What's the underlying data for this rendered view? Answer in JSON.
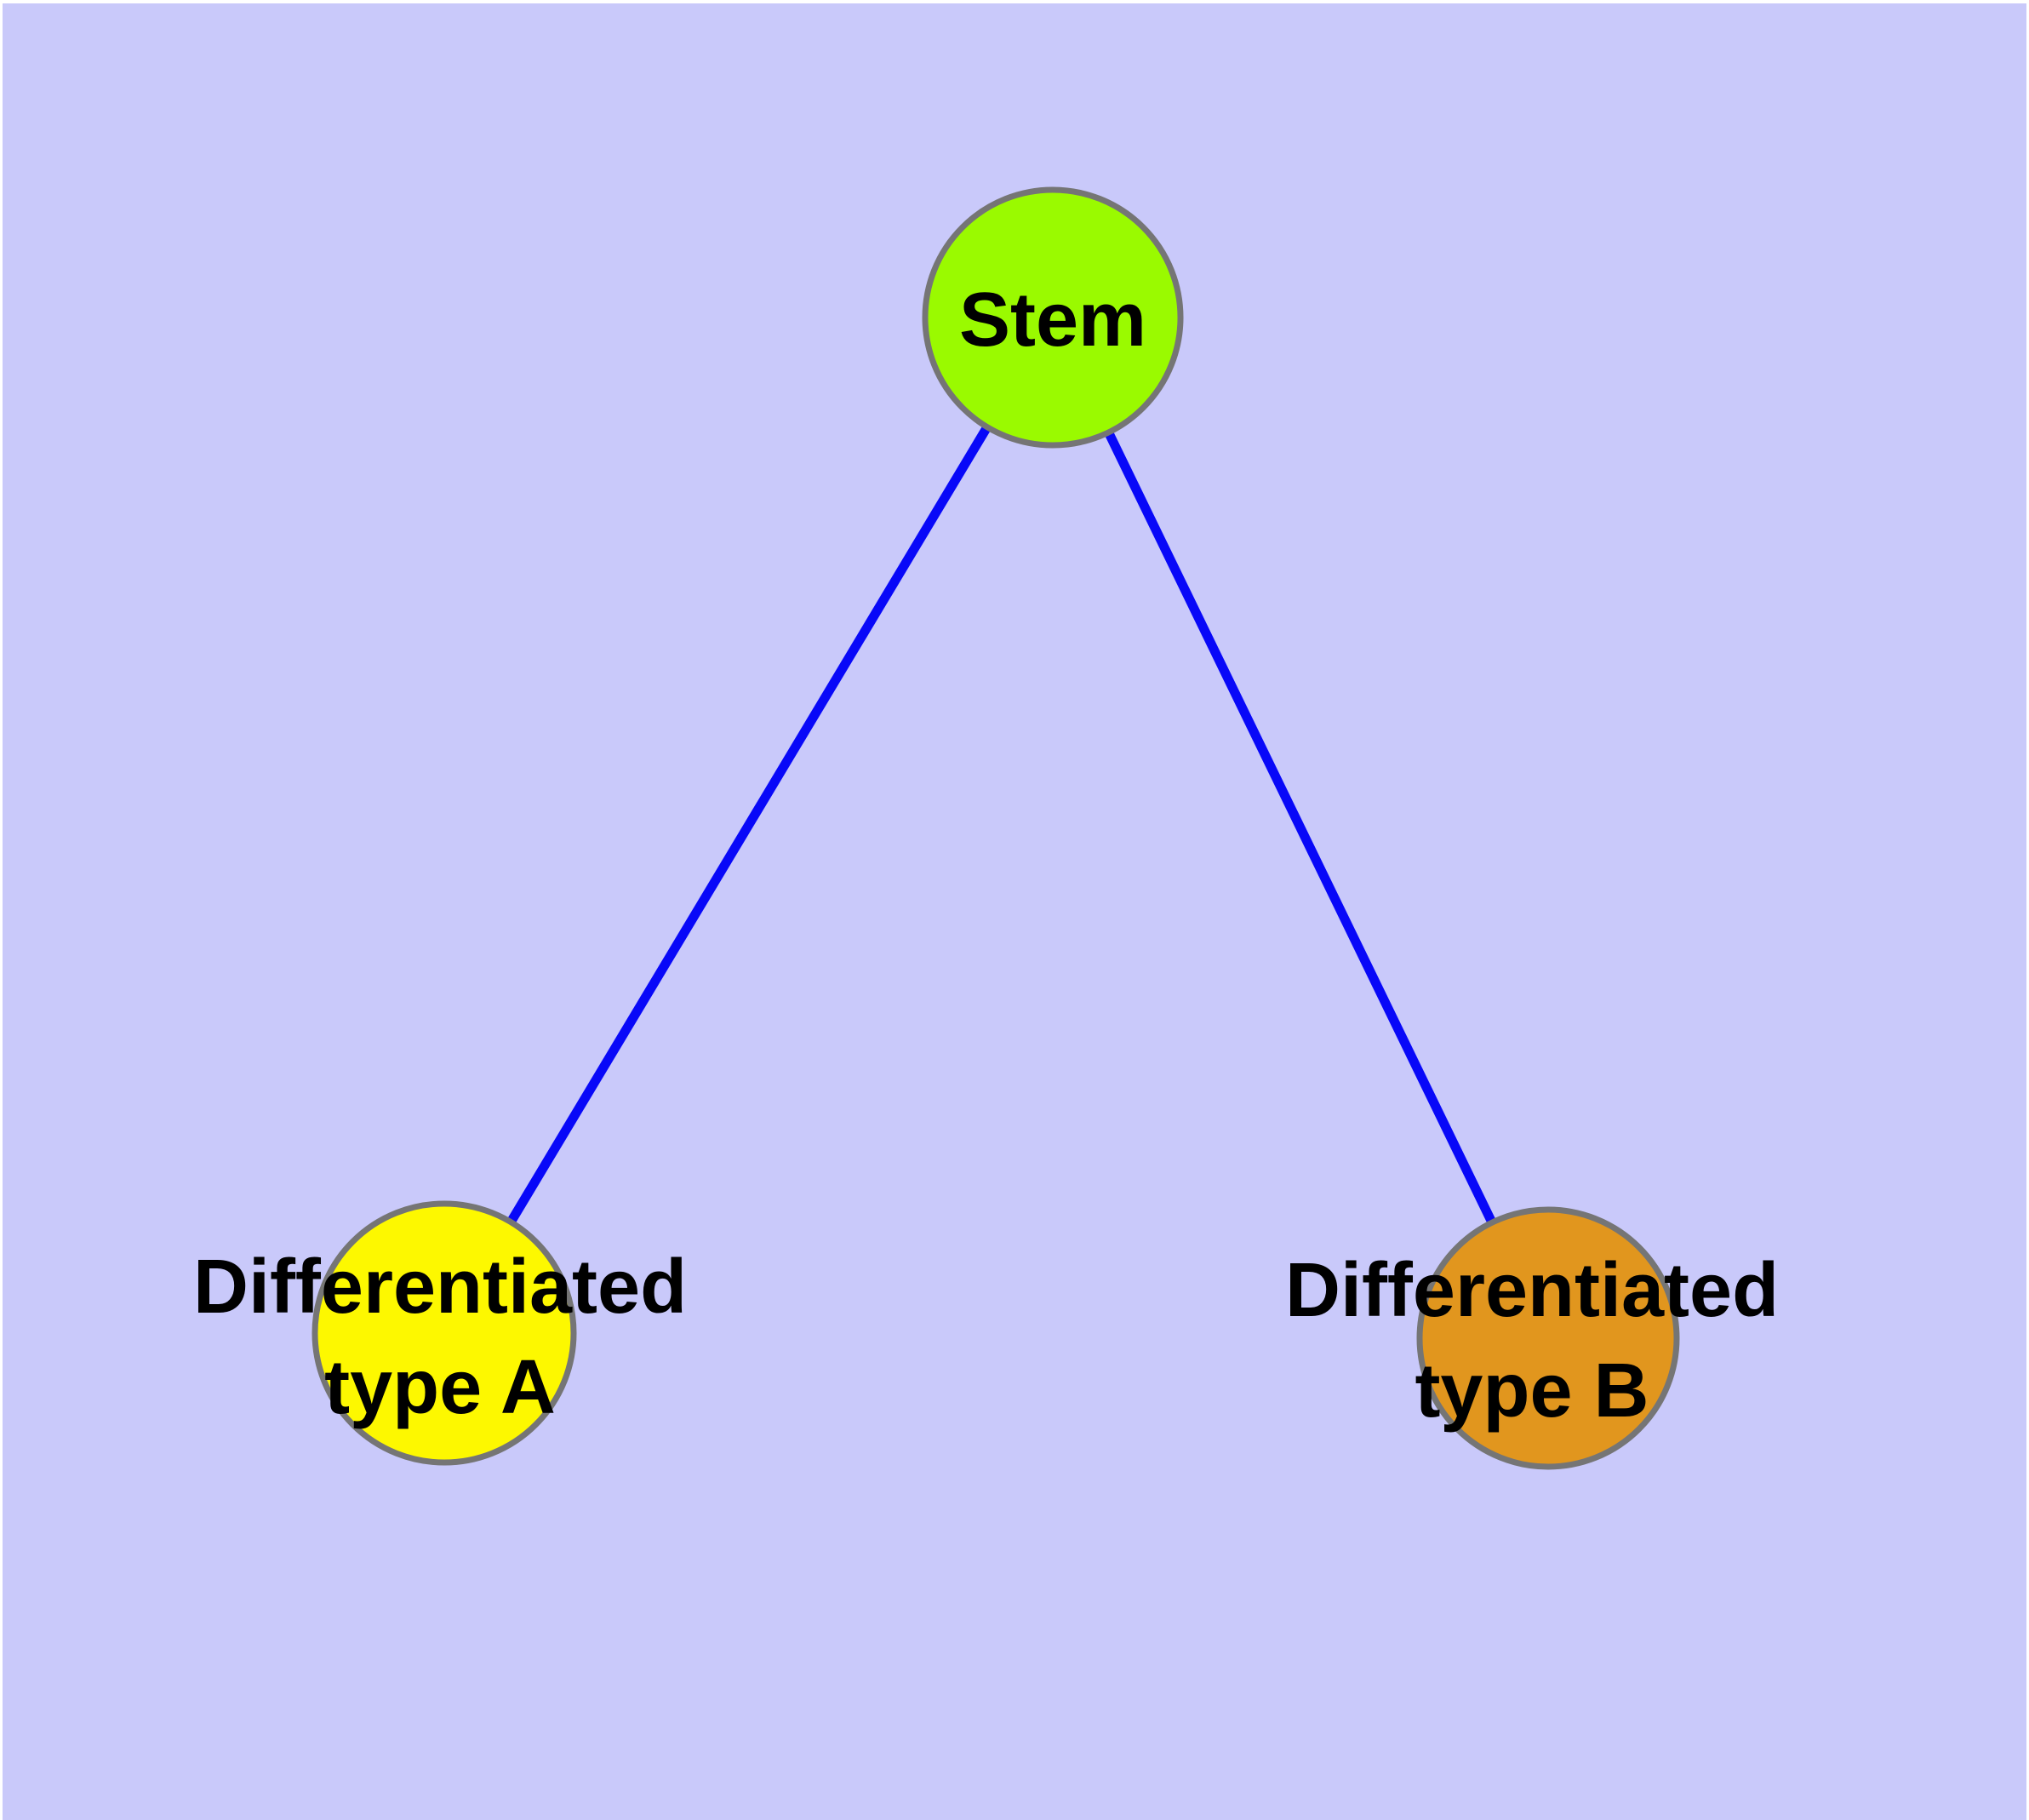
{
  "diagram": {
    "background_color": "#c9c9fa",
    "page_margin_color": "#ffffff",
    "edge_color": "#0808f8",
    "node_border_color": "#757575",
    "text_color": "#000000",
    "nodes": [
      {
        "id": "stem",
        "label_lines": [
          "Stem"
        ],
        "fill_color": "#9afa00"
      },
      {
        "id": "differentiated-type-a",
        "label_lines": [
          "Differentiated",
          "type A"
        ],
        "fill_color": "#fdf800"
      },
      {
        "id": "differentiated-type-b",
        "label_lines": [
          "Differentiated",
          "type B"
        ],
        "fill_color": "#e1961e"
      }
    ],
    "edges": [
      {
        "from": "stem",
        "to": "differentiated-type-a"
      },
      {
        "from": "stem",
        "to": "differentiated-type-b"
      }
    ]
  }
}
